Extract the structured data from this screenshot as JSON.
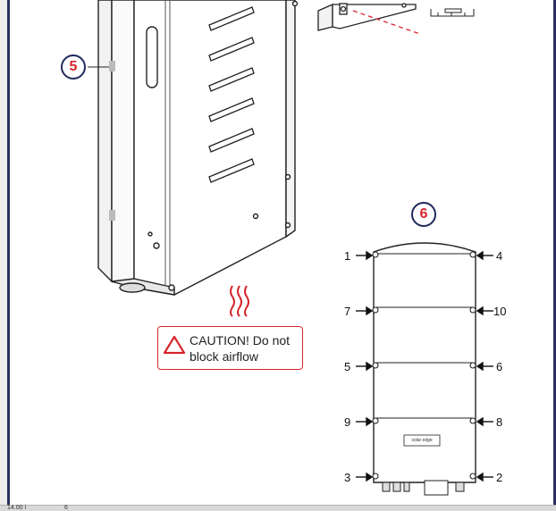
{
  "step_badges": {
    "left": "5",
    "right": "6"
  },
  "caution": {
    "text": "CAUTION! Do not block airflow",
    "icon": "warning-triangle-icon",
    "color": "#d7262c"
  },
  "bolt_order": {
    "left": [
      "1",
      "7",
      "5",
      "9",
      "3"
    ],
    "right": [
      "4",
      "10",
      "6",
      "8",
      "2"
    ]
  },
  "device_brand": "solar edge",
  "statusbar": {
    "left_text": "14.00 i",
    "right_text": "6"
  },
  "colors": {
    "frame": "#2a2f5a",
    "badge_border": "#1f2a5c",
    "badge_number": "#d7262c",
    "heat_icon": "#d7262c"
  }
}
